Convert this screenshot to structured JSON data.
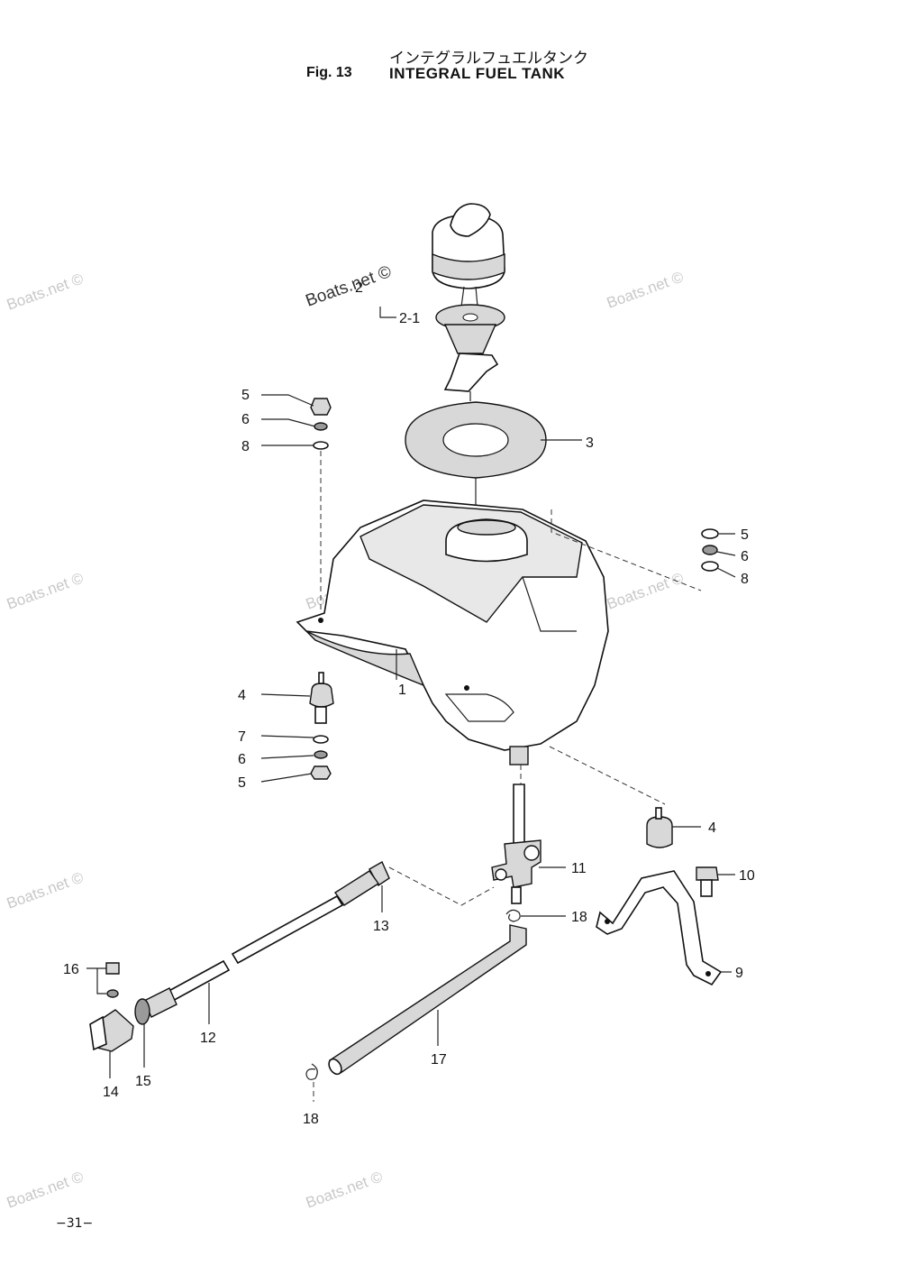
{
  "header": {
    "fig_label": "Fig. 13",
    "title_jp": "インテグラルフュエルタンク",
    "title_en": "INTEGRAL FUEL TANK"
  },
  "page_number": "−31−",
  "watermarks": [
    "Boats.net ©",
    "Boats.net ©",
    "Boats.net ©",
    "Boats.net ©",
    "Boats.net ©",
    "Boats.net ©",
    "Boats.net ©",
    "Boats.net ©",
    "Boats.net ©"
  ],
  "callouts": {
    "c2": "2",
    "c2_1": "2-1",
    "c3": "3",
    "c5a": "5",
    "c6a": "6",
    "c8a": "8",
    "c5b": "5",
    "c6b": "6",
    "c8b": "8",
    "c1": "1",
    "c4a": "4",
    "c7": "7",
    "c6c": "6",
    "c5c": "5",
    "c4b": "4",
    "c10": "10",
    "c11": "11",
    "c18a": "18",
    "c9": "9",
    "c13": "13",
    "c16": "16",
    "c12": "12",
    "c17": "17",
    "c14": "14",
    "c15": "15",
    "c18b": "18"
  }
}
